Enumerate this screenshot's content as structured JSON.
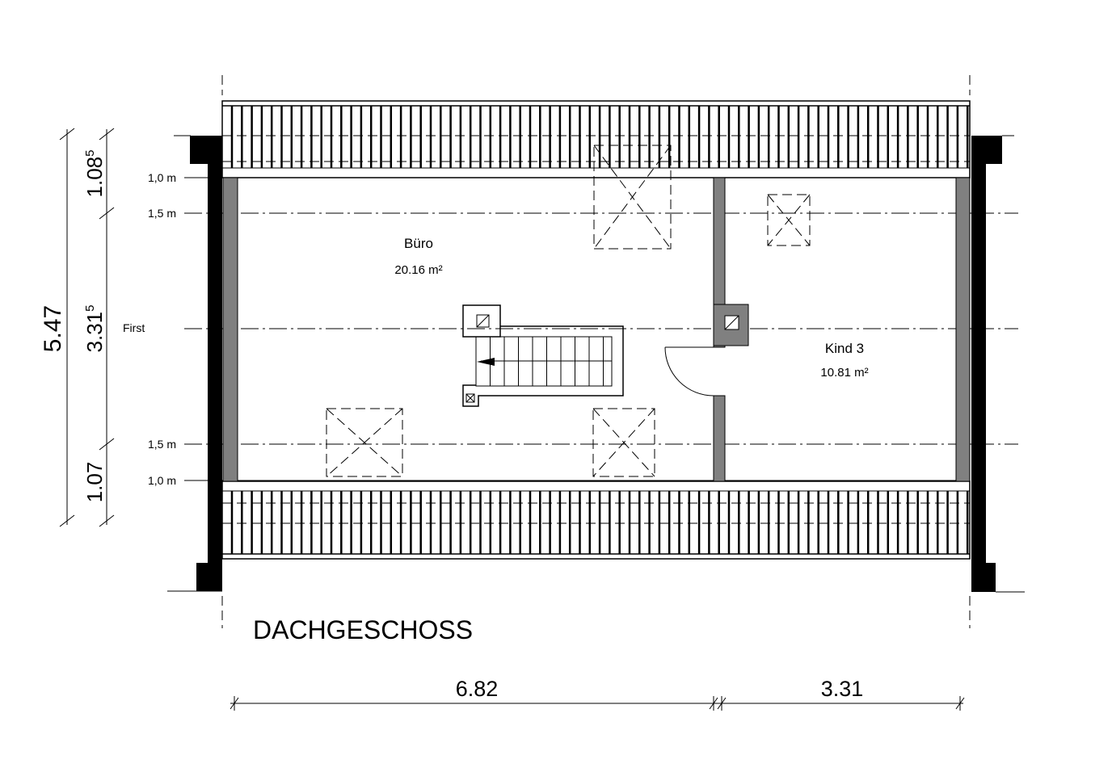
{
  "title": "DACHGESCHOSS",
  "rooms": [
    {
      "name": "Büro",
      "area": "20.16 m²"
    },
    {
      "name": "Kind 3",
      "area": "10.81 m²"
    }
  ],
  "height_lines": {
    "top_1_0": "1,0 m",
    "top_1_5": "1,5 m",
    "ridge": "First",
    "bottom_1_5": "1,5 m",
    "bottom_1_0": "1,0 m"
  },
  "dimensions": {
    "total_depth": "5.47",
    "depth_top": "1.08",
    "depth_top_sup": "5",
    "depth_middle": "3.31",
    "depth_middle_sup": "5",
    "depth_bottom": "1.07",
    "width_left": "6.82",
    "width_right": "3.31"
  }
}
